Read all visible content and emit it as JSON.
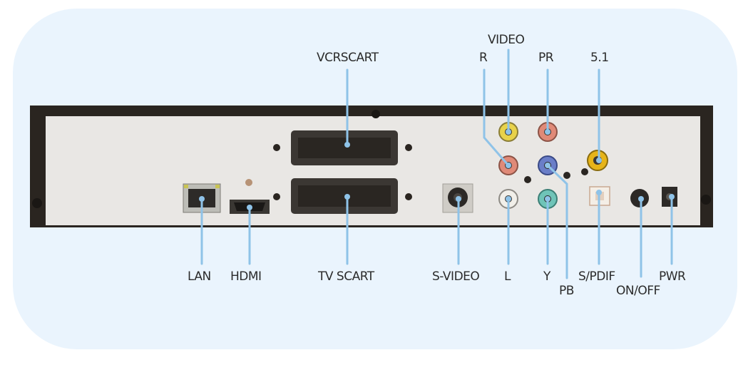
{
  "labels": {
    "video": "VIDEO",
    "r": "R",
    "pr": "PR",
    "five_one": "5.1",
    "vcr_scart": "VCRSCART",
    "lan": "LAN",
    "hdmi": "HDMI",
    "tv_scart": "TV SCART",
    "s_video": "S-VIDEO",
    "l": "L",
    "y": "Y",
    "pb": "PB",
    "s_pdif": "S/PDIF",
    "on_off": "ON/OFF",
    "pwr": "PWR"
  },
  "colors": {
    "background": "#eaf4fd",
    "leader_line": "#8fc3e8",
    "panel": "#e9e7e4",
    "chassis": "#2a2520",
    "jack_yellow": "#e8d24a",
    "jack_red": "#e08a78",
    "jack_blue": "#6a7ec8",
    "jack_green": "#6fc4b8",
    "jack_white": "#f1efe9",
    "jack_coax": "#e6b419"
  }
}
